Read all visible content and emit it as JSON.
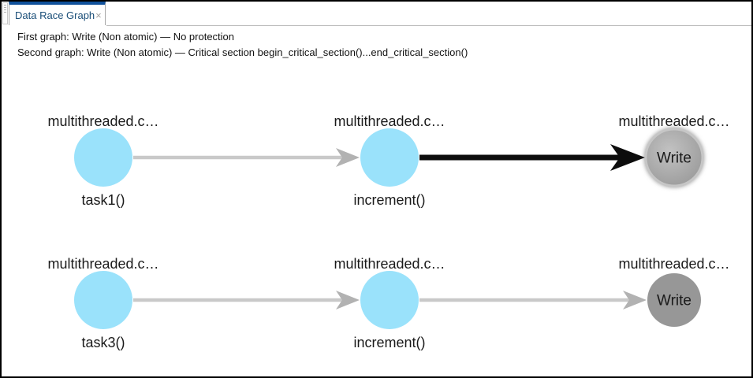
{
  "tab": {
    "label": "Data Race Graph",
    "close_glyph": "×"
  },
  "header": {
    "line1": "First graph: Write (Non atomic) — No protection",
    "line2": "Second graph: Write (Non atomic) — Critical section begin_critical_section()...end_critical_section()"
  },
  "colors": {
    "node_call": "#9ae2fb",
    "node_access": "#979797",
    "node_access_selected_inner": "#9b9b9b",
    "node_access_selected_outer": "#c2c2c2",
    "edge_normal_line": "#c9c9c9",
    "edge_normal_head": "#b2b2b2",
    "edge_emphasized": "#0d0d0d",
    "tab_accent": "#10519b",
    "tab_text": "#1a4e78",
    "label_text": "#1a1a1a"
  },
  "graphs": [
    {
      "name": "first-graph",
      "nodes": [
        {
          "id": "task1",
          "file_label": "multithreaded.c…",
          "function_label": "task1()",
          "kind": "call"
        },
        {
          "id": "increment-1",
          "file_label": "multithreaded.c…",
          "function_label": "increment()",
          "kind": "call"
        },
        {
          "id": "write-1",
          "file_label": "multithreaded.c…",
          "access_label": "Write",
          "kind": "access",
          "selected": true
        }
      ],
      "edges": [
        {
          "from": 0,
          "to": 1,
          "style": "normal"
        },
        {
          "from": 1,
          "to": 2,
          "style": "emphasized"
        }
      ]
    },
    {
      "name": "second-graph",
      "nodes": [
        {
          "id": "task3",
          "file_label": "multithreaded.c…",
          "function_label": "task3()",
          "kind": "call"
        },
        {
          "id": "increment-2",
          "file_label": "multithreaded.c…",
          "function_label": "increment()",
          "kind": "call"
        },
        {
          "id": "write-2",
          "file_label": "multithreaded.c…",
          "access_label": "Write",
          "kind": "access",
          "selected": false
        }
      ],
      "edges": [
        {
          "from": 0,
          "to": 1,
          "style": "normal"
        },
        {
          "from": 1,
          "to": 2,
          "style": "normal"
        }
      ]
    }
  ]
}
